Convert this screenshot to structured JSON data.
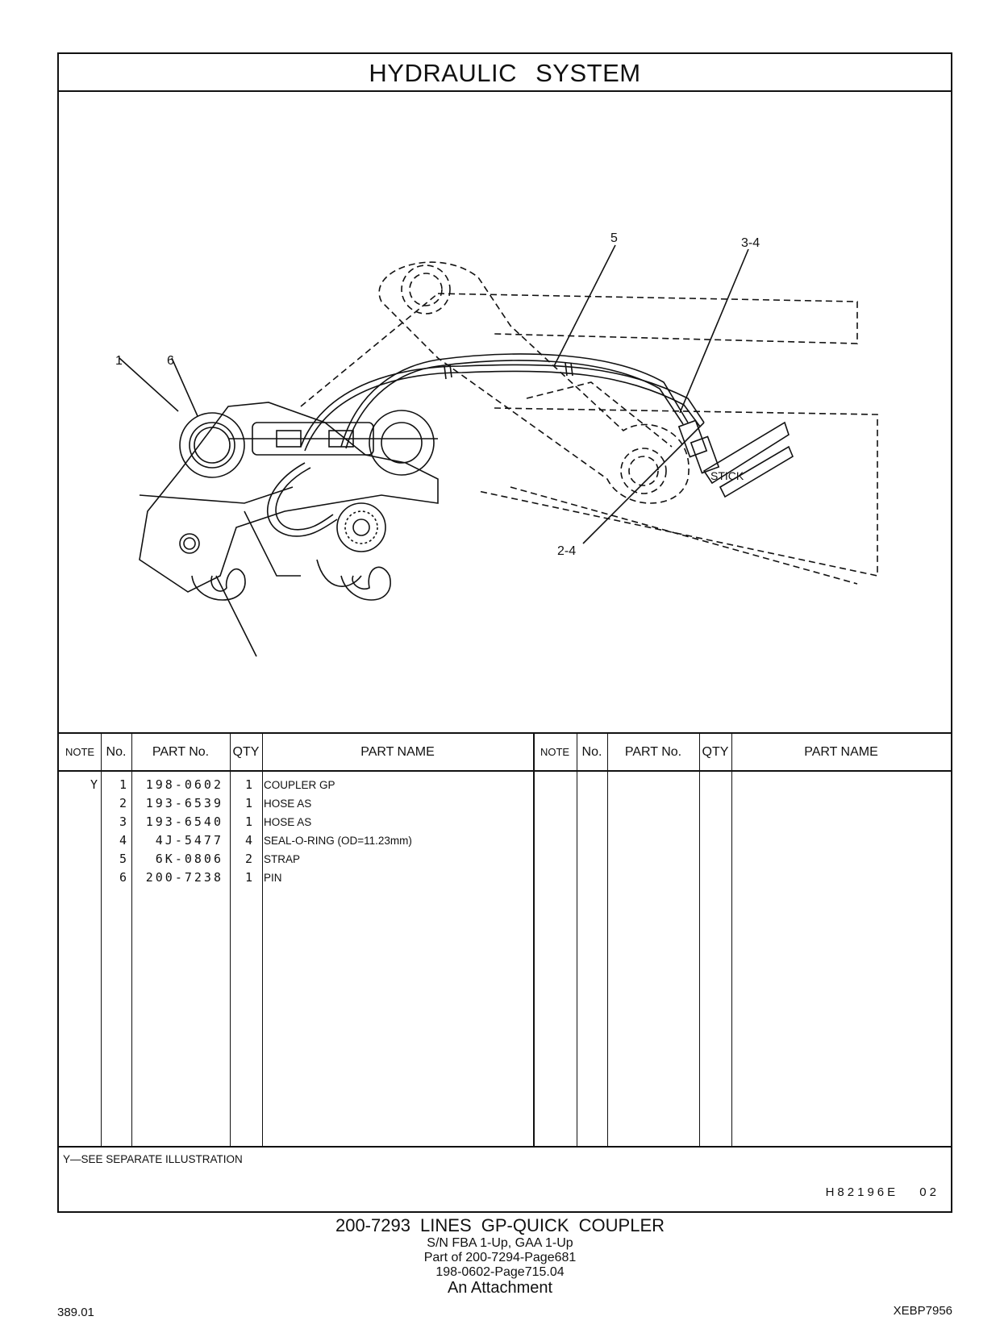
{
  "title": "HYDRAULIC   SYSTEM",
  "callouts": {
    "c1": "1",
    "c6": "6",
    "c5": "5",
    "c34": "3-4",
    "c24": "2-4",
    "stick": "STICK"
  },
  "table": {
    "headers": {
      "note": "NOTE",
      "no": "No.",
      "part_no": "PART No.",
      "qty": "QTY",
      "part_name": "PART NAME"
    },
    "rows": [
      {
        "note": "Y",
        "no": "1",
        "part_no": "198-0602",
        "qty": "1",
        "name": "COUPLER  GP"
      },
      {
        "note": "",
        "no": "2",
        "part_no": "193-6539",
        "qty": "1",
        "name": "HOSE  AS"
      },
      {
        "note": "",
        "no": "3",
        "part_no": "193-6540",
        "qty": "1",
        "name": "HOSE  AS"
      },
      {
        "note": "",
        "no": "4",
        "part_no": "4J-5477",
        "qty": "4",
        "name": "SEAL-O-RING (OD=11.23mm)"
      },
      {
        "note": "",
        "no": "5",
        "part_no": "6K-0806",
        "qty": "2",
        "name": "STRAP"
      },
      {
        "note": "",
        "no": "6",
        "part_no": "200-7238",
        "qty": "1",
        "name": "PIN"
      }
    ]
  },
  "footnote": "Y—SEE  SEPARATE  ILLUSTRATION",
  "drawing_code": "H82196E   02",
  "caption": {
    "line1": "200-7293   LINES  GP-QUICK  COUPLER",
    "line2": "S/N FBA 1-Up, GAA 1-Up",
    "line3": "Part of 200-7294-Page681",
    "line4": "198-0602-Page715.04",
    "line5": "An Attachment"
  },
  "page_number": "389.01",
  "doc_code": "XEBP7956"
}
